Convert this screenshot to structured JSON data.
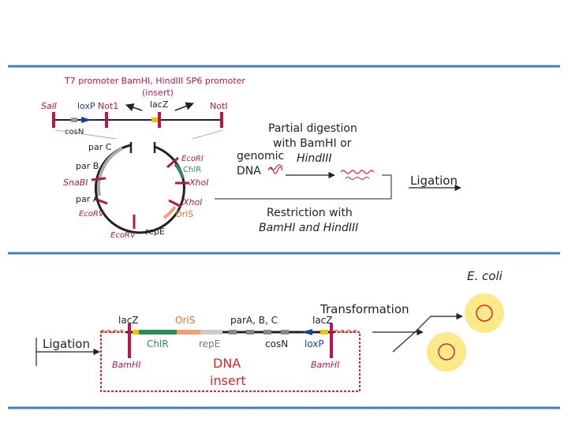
{
  "colors": {
    "separator": "#4a7fb5",
    "marker": "#b5184a",
    "chl_r": "#2e8b57",
    "oris": "#e07020",
    "ecoli_cell": "#fbe98a",
    "insert_border": "#d42a2a",
    "loxp_arrow": "#1b3fa8"
  },
  "vector": {
    "header_line1": "T7 promoter BamHI, HindIII SP6 promoter",
    "header_line2": "(insert)",
    "sali": "SalI",
    "loxp": "loxP",
    "not1_left": "Not1",
    "lacz": "lacZ",
    "noti_right": "NotI",
    "cosn": "cosN",
    "par_c": "par C",
    "par_b": "par B",
    "snabi": "SnaBI",
    "par_a": "par A",
    "ecorv_left": "EcoRV",
    "ecorv_bottom": "EcoRV",
    "repe": "repE",
    "ecori": "EcoRI",
    "chl_r": "ChlR",
    "xhol_1": "XhoI",
    "xhol_2": "XhoI",
    "oris": "OriS"
  },
  "process": {
    "partial_digestion_line1": "Partial digestion",
    "partial_digestion_line2": "with BamHI or",
    "partial_digestion_line3": "HindIII",
    "genomic_dna_line1": "genomic",
    "genomic_dna_line2": "DNA",
    "ligation": "Ligation",
    "restriction_line1": "Restriction with",
    "restriction_line2": "BamHI and HindIII"
  },
  "construct": {
    "ecoli": "E. coli",
    "transformation": "Transformation",
    "lacz_left": "lacZ",
    "oris": "OriS",
    "par_abc": "parA, B, C",
    "lacz_right": "lacZ",
    "ligation": "Ligation",
    "chl_r": "ChlR",
    "repe": "repE",
    "cosn": "cosN",
    "loxp": "loxP",
    "bamhi_left": "BamHI",
    "dna": "DNA",
    "insert": "insert",
    "bamhi_right": "BamHI"
  }
}
